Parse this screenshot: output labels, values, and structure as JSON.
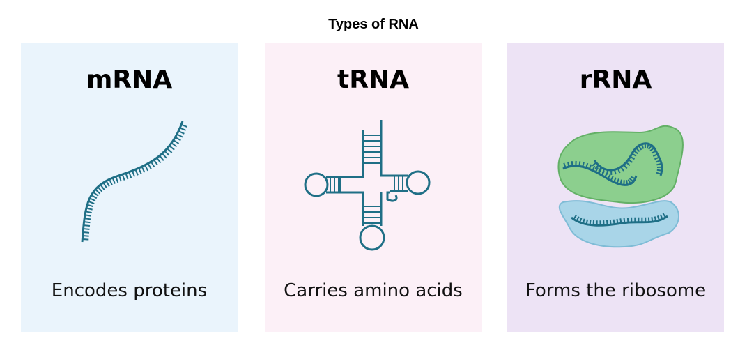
{
  "title": "Types of RNA",
  "colors": {
    "strand": "#1f6f86",
    "mrna_bg": "#eaf4fc",
    "trna_bg": "#fcf0f7",
    "rrna_bg": "#ede3f5",
    "ribosome_large": "#8ccf8e",
    "ribosome_small": "#a9d5e8"
  },
  "panels": [
    {
      "heading": "mRNA",
      "caption": "Encodes proteins",
      "icon": "mrna-strand-icon"
    },
    {
      "heading": "tRNA",
      "caption": "Carries amino acids",
      "icon": "trna-cloverleaf-icon"
    },
    {
      "heading": "rRNA",
      "caption": "Forms the ribosome",
      "icon": "ribosome-icon"
    }
  ]
}
